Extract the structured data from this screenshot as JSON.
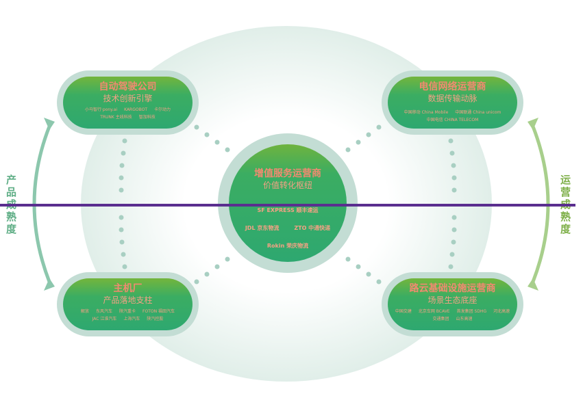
{
  "nodes": {
    "top_left": {
      "title": "自动驾驶公司",
      "subtitle": "技术创新引擎",
      "logos": [
        "小马智行·pony.ai",
        "KARGOBOT",
        "卡尔动力",
        "TRUNK 主线科技",
        "智加科技"
      ]
    },
    "top_right": {
      "title": "电信网络运营商",
      "subtitle": "数据传输动脉",
      "logos": [
        "中国移动 China Mobile",
        "中国联通 China unicom",
        "中国电信 CHINA TELECOM"
      ]
    },
    "center": {
      "title": "增值服务运营商",
      "subtitle": "价值转化枢纽",
      "logos": [
        "SF EXPRESS 顺丰速运",
        "JDL 京东物流",
        "ZTO 中通快递",
        "Rokin 荣庆物流"
      ]
    },
    "bottom_left": {
      "title": "主机厂",
      "subtitle": "产品落地支柱",
      "logos": [
        "解放",
        "东风汽车",
        "陕汽重卡",
        "FOTON 福田汽车",
        "JAC 江淮汽车",
        "上海汽车",
        "陕汽控股"
      ]
    },
    "bottom_right": {
      "title": "路云基础设施运营商",
      "subtitle": "场景生态底座",
      "logos": [
        "中国交建",
        "北京车网 BCAVE",
        "首发集团 SDHG",
        "河北高速",
        "交通集团",
        "山东高速"
      ]
    }
  },
  "axes": {
    "left": "产品成熟度",
    "right": "运营成熟度"
  },
  "colors": {
    "left_axis": "#5fae86",
    "right_axis": "#7fb04a",
    "divider": "#5a2e8f",
    "title": "#f28a70"
  }
}
